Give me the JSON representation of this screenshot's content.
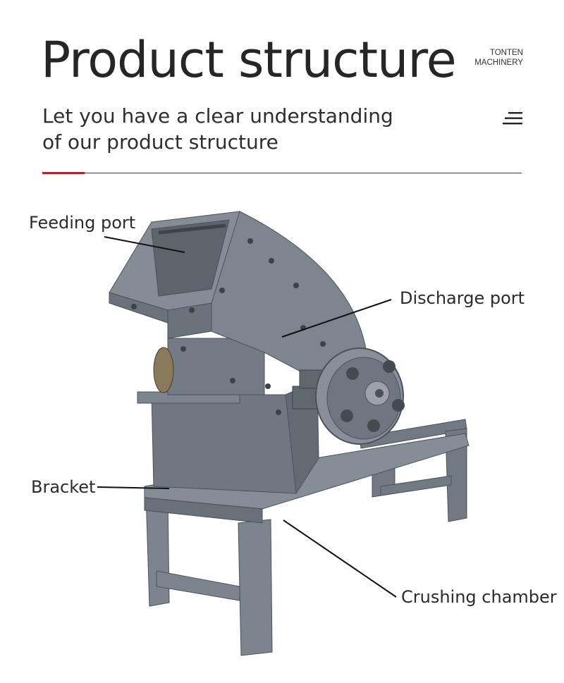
{
  "header": {
    "title": "Product structure",
    "brand_line1": "TONTEN",
    "brand_line2": "MACHINERY",
    "subtitle_line1": "Let you have a clear understanding",
    "subtitle_line2": "of our product structure"
  },
  "labels": {
    "feeding_port": "Feeding port",
    "discharge_port": "Discharge port",
    "bracket": "Bracket",
    "crushing_chamber": "Crushing chamber"
  },
  "colors": {
    "accent": "#b4232a",
    "machine_body": "#6f7880",
    "text": "#2b2b2b"
  },
  "icons": {
    "menu": "menu-lines-icon"
  }
}
